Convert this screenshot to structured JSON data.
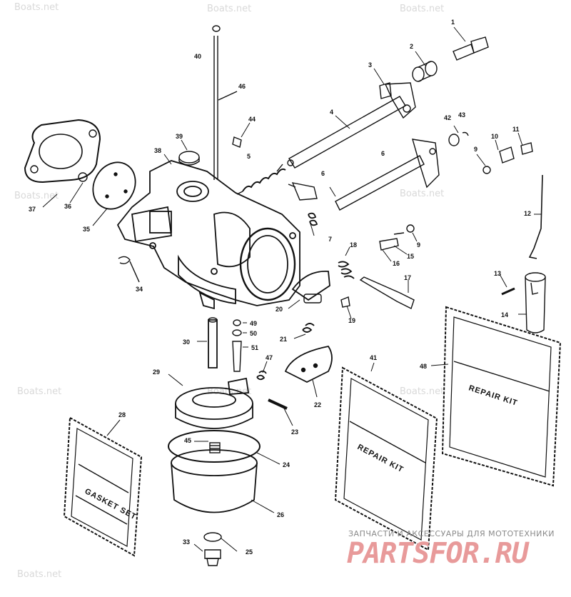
{
  "watermarks": [
    "Boats.net",
    "Boats.net",
    "Boats.net",
    "Boats.net",
    "Boats.net",
    "Boats.net",
    "Boats.net",
    "Boats.net",
    "Boats.net"
  ],
  "part_numbers": [
    "1",
    "2",
    "3",
    "4",
    "42",
    "43",
    "10",
    "11",
    "9",
    "6",
    "44",
    "39",
    "38",
    "40",
    "46",
    "5",
    "6",
    "37",
    "36",
    "35",
    "7",
    "15",
    "9",
    "16",
    "12",
    "18",
    "17",
    "13",
    "14",
    "34",
    "19",
    "20",
    "21",
    "49",
    "50",
    "51",
    "30",
    "47",
    "29",
    "22",
    "41",
    "48",
    "28",
    "23",
    "45",
    "24",
    "26",
    "33",
    "25"
  ],
  "kits": {
    "gasket_set": "GASKET SET",
    "repair_kit_a": "REPAIR KIT",
    "repair_kit_b": "REPAIR KIT"
  },
  "brand": {
    "tagline": "ЗАПЧАСТИ И АКСЕССУАРЫ ДЛЯ МОТОТЕХНИКИ",
    "logo": "PARTSFOR.RU"
  }
}
